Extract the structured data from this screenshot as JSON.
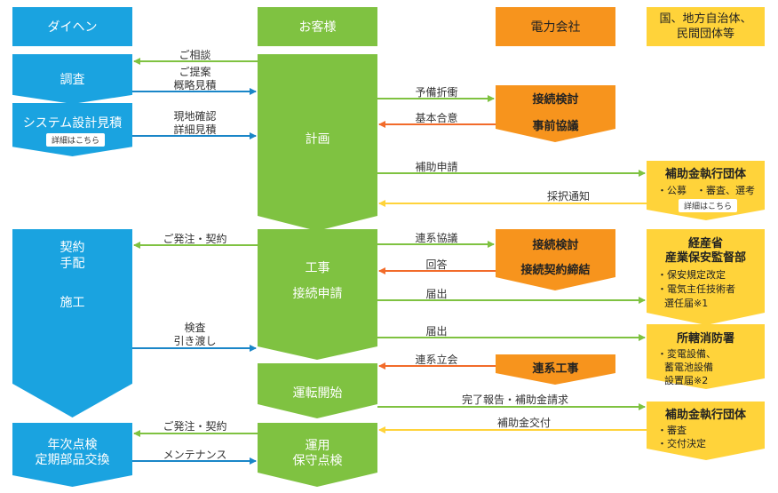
{
  "headers": {
    "daihen": "ダイヘン",
    "customer": "お客様",
    "power_company": "電力会社",
    "government_line1": "国、地方自治体、",
    "government_line2": "民間団体等"
  },
  "daihen_column": {
    "survey": "調査",
    "system_design": "システム設計見積",
    "details_link": "詳細はこちら",
    "contract": "契約",
    "arrangement": "手配",
    "construction": "施工",
    "inspection_line1": "年次点検",
    "inspection_line2": "定期部品交換"
  },
  "customer_column": {
    "planning": "計画",
    "construction": "工事",
    "connection_application": "接続申請",
    "operation_start": "運転開始",
    "operation_line1": "運用",
    "operation_line2": "保守点検"
  },
  "power_column": {
    "box1_line1": "接続検討",
    "box1_line2": "事前協議",
    "box2_line1": "接続検討",
    "box2_line2": "接続契約締結",
    "box3": "連系工事"
  },
  "gov_column": {
    "box1_title": "補助金執行団体",
    "box1_line1": "・公募　・審査、選考",
    "box1_link": "詳細はこちら",
    "box2_title1": "経産省",
    "box2_title2": "産業保安監督部",
    "box2_line1": "・保安規定改定",
    "box2_line2": "・電気主任技術者",
    "box2_line3": "選任届※1",
    "box3_title": "所轄消防署",
    "box3_line1": "・変電設備、",
    "box3_line2": "蓄電池設備",
    "box3_line3": "設置届※2",
    "box4_title": "補助金執行団体",
    "box4_line1": "・審査",
    "box4_line2": "・交付決定"
  },
  "left_arrows": {
    "consult": "ご相談",
    "proposal_line1": "ご提案",
    "proposal_line2": "概略見積",
    "site_line1": "現地確認",
    "site_line2": "詳細見積",
    "order1": "ご発注・契約",
    "inspect_line1": "検査",
    "inspect_line2": "引き渡し",
    "order2": "ご発注・契約",
    "maintenance": "メンテナンス"
  },
  "right_arrows": {
    "prelim": "予備折衝",
    "basic_agree": "基本合意",
    "subsidy_apply": "補助申請",
    "adoption_notice": "採択通知",
    "grid_consult": "連系協議",
    "reply": "回答",
    "notify1": "届出",
    "notify2": "届出",
    "grid_witness": "連系立会",
    "completion_report": "完了報告・補助金請求",
    "subsidy_grant": "補助金交付"
  },
  "colors": {
    "blue": "#1aa3e0",
    "green": "#7fc241",
    "orange": "#f7941d",
    "yellow": "#ffd33a",
    "arrow_green": "#7fc241",
    "arrow_blue": "#1a86c8",
    "arrow_orange": "#f26b2a",
    "arrow_yellow": "#ffd33a"
  }
}
